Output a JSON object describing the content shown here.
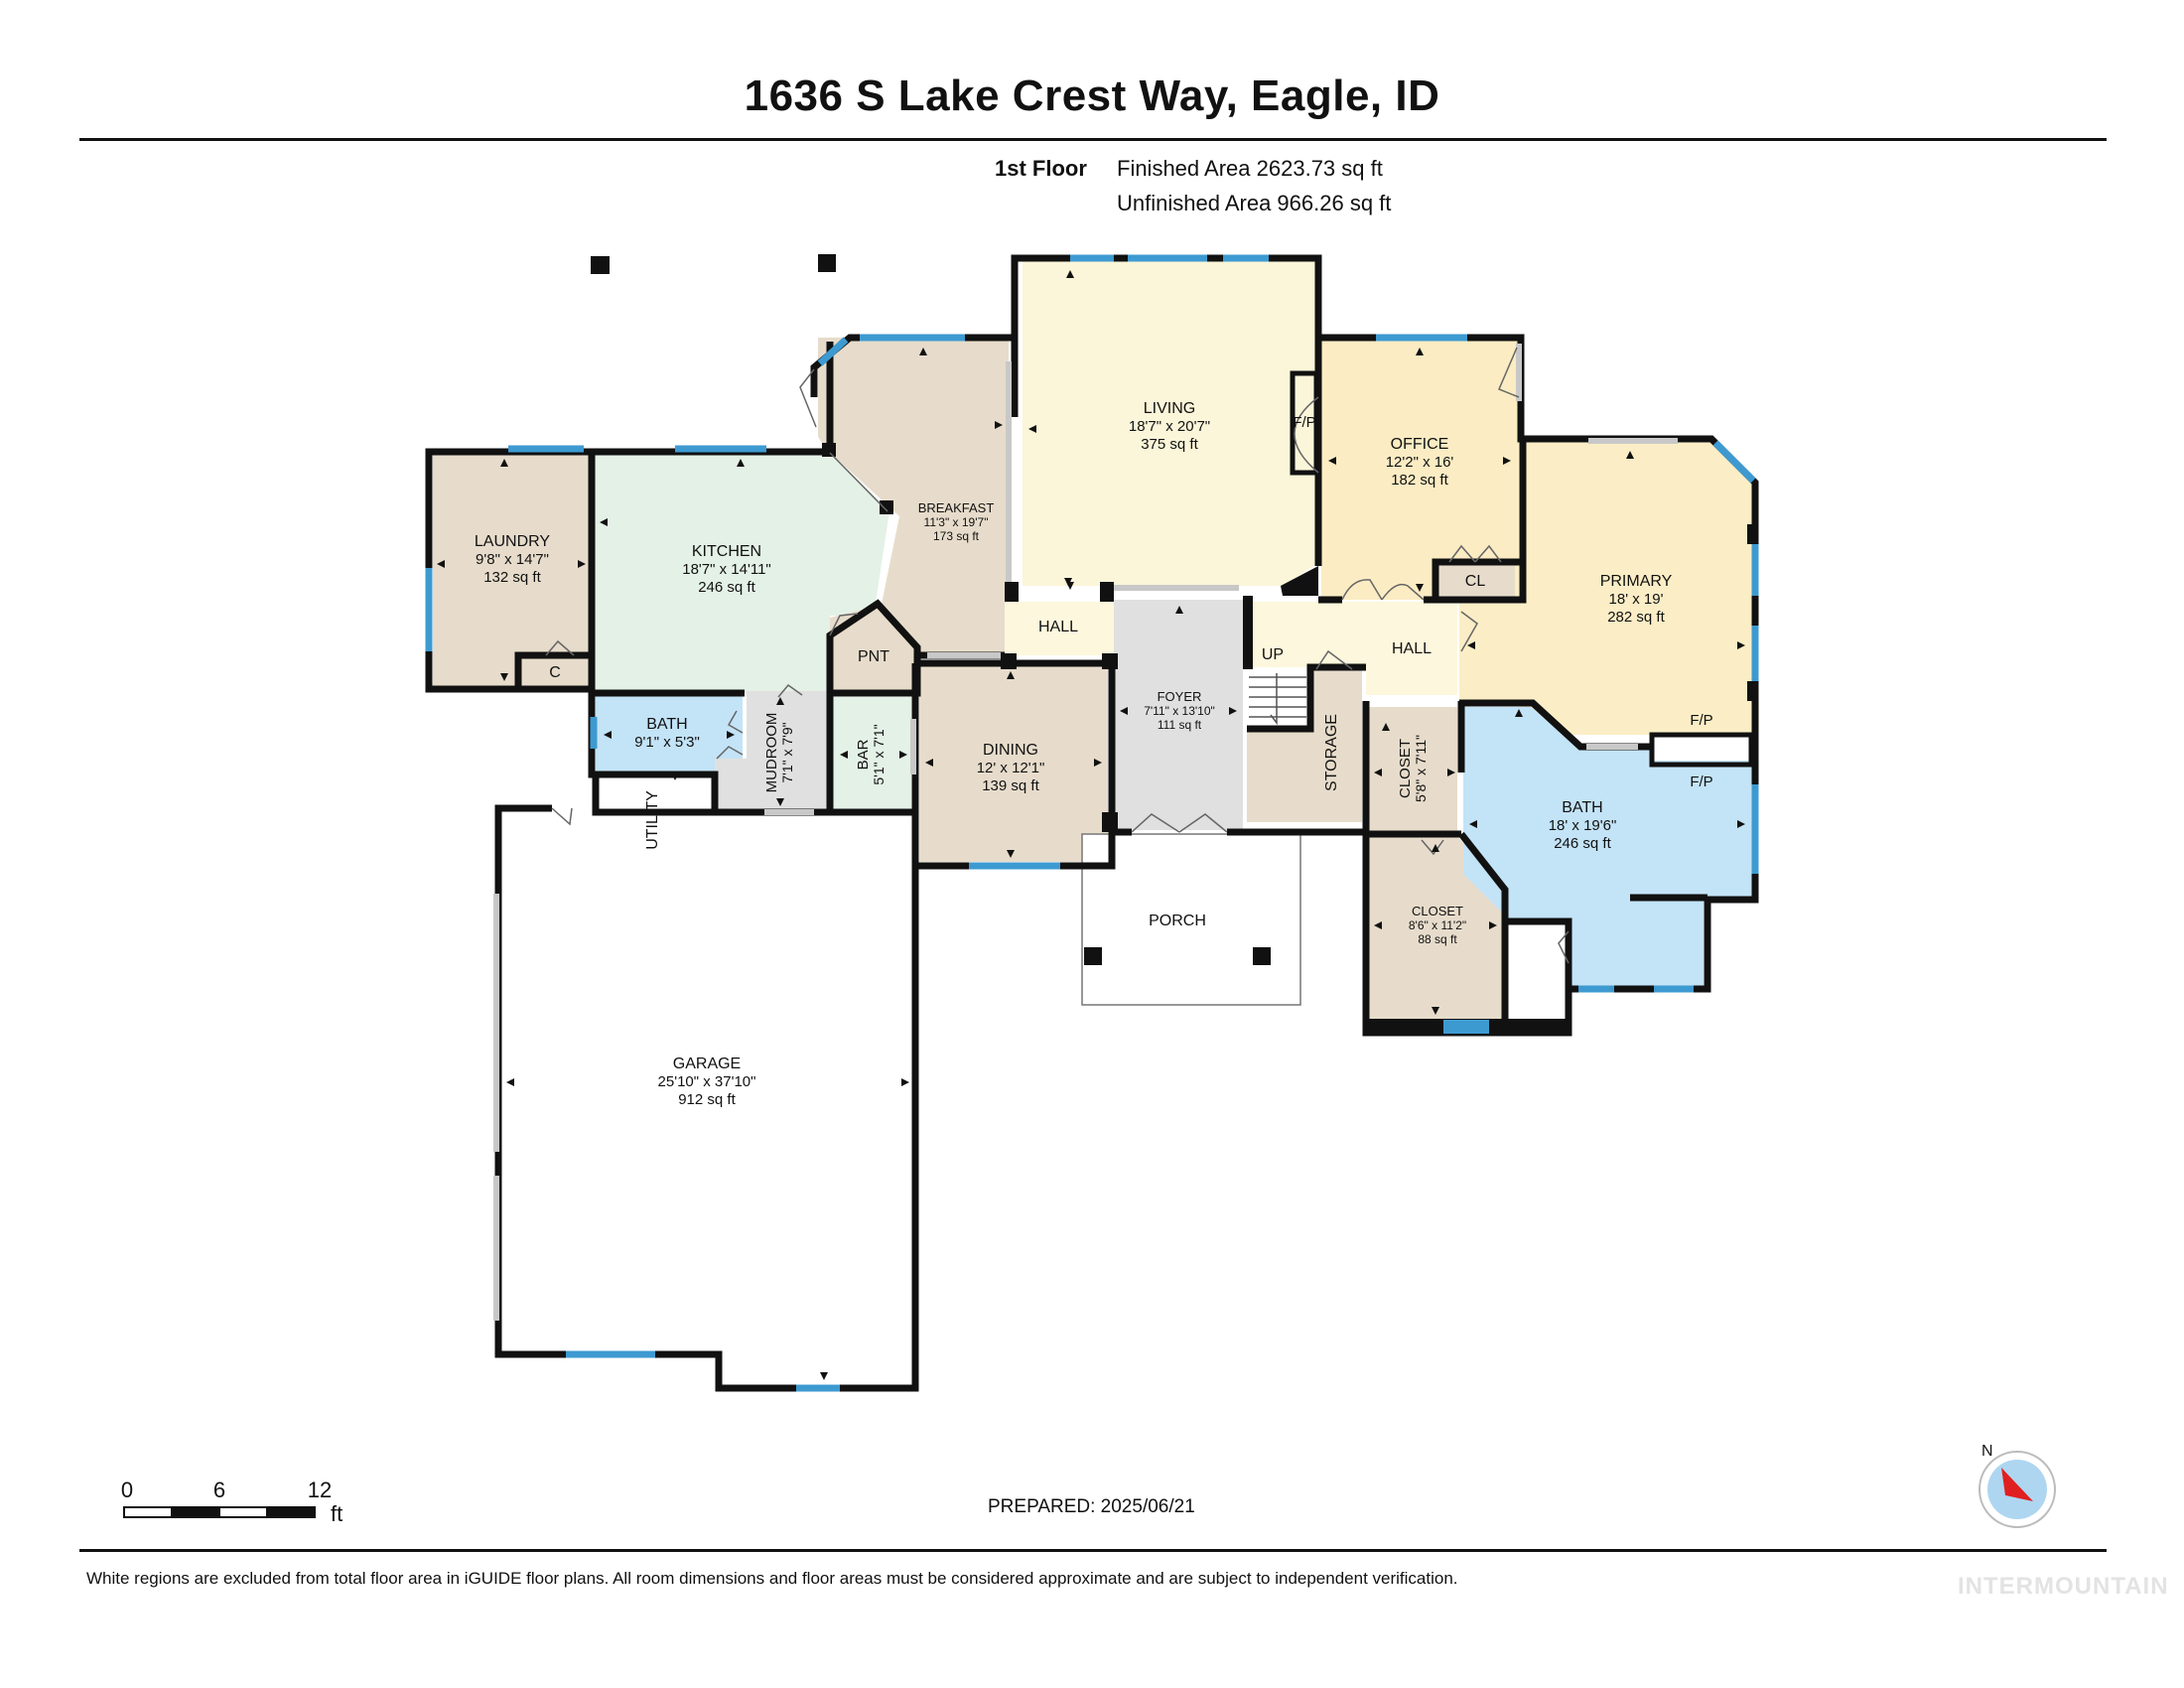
{
  "title": "1636 S Lake Crest Way, Eagle, ID",
  "floor": {
    "label": "1st Floor",
    "finished": "Finished Area 2623.73 sq ft",
    "unfinished": "Unfinished Area 966.26 sq ft"
  },
  "rooms": {
    "living": {
      "name": "LIVING",
      "dims": "18'7\" x 20'7\"",
      "area": "375 sq ft"
    },
    "office": {
      "name": "OFFICE",
      "dims": "12'2\" x 16'",
      "area": "182 sq ft"
    },
    "primary": {
      "name": "PRIMARY",
      "dims": "18' x 19'",
      "area": "282 sq ft"
    },
    "breakfast": {
      "name": "BREAKFAST",
      "dims": "11'3\" x 19'7\"",
      "area": "173 sq ft"
    },
    "kitchen": {
      "name": "KITCHEN",
      "dims": "18'7\" x 14'11\"",
      "area": "246 sq ft"
    },
    "laundry": {
      "name": "LAUNDRY",
      "dims": "9'8\" x 14'7\"",
      "area": "132 sq ft"
    },
    "bath_small": {
      "name": "BATH",
      "dims": "9'1\" x 5'3\""
    },
    "mudroom": {
      "name": "MUDROOM",
      "dims": "7'1\" x 7'9\""
    },
    "bar": {
      "name": "BAR",
      "dims": "5'1\" x 7'1\""
    },
    "dining": {
      "name": "DINING",
      "dims": "12' x 12'1\"",
      "area": "139 sq ft"
    },
    "foyer": {
      "name": "FOYER",
      "dims": "7'11\" x 13'10\"",
      "area": "111 sq ft"
    },
    "closet_a": {
      "name": "CLOSET",
      "dims": "5'8\" x 7'11\""
    },
    "closet_b": {
      "name": "CLOSET",
      "dims": "8'6\" x 11'2\"",
      "area": "88 sq ft"
    },
    "bath_primary": {
      "name": "BATH",
      "dims": "18' x 19'6\"",
      "area": "246 sq ft"
    },
    "garage": {
      "name": "GARAGE",
      "dims": "25'10\" x 37'10\"",
      "area": "912 sq ft"
    }
  },
  "labels": {
    "hall_left": "HALL",
    "hall_right": "HALL",
    "up": "UP",
    "storage": "STORAGE",
    "pnt": "PNT",
    "cl": "CL",
    "c": "C",
    "utility": "UTILITY",
    "porch": "PORCH",
    "fp_living": "F/P",
    "fp_primary": "F/P",
    "fp_bath": "F/P"
  },
  "scale": {
    "tick0": "0",
    "tick1": "6",
    "tick2": "12",
    "unit": "ft"
  },
  "compass": {
    "north": "N"
  },
  "prepared": "PREPARED: 2025/06/21",
  "footer": "White regions are excluded from total floor area in iGUIDE floor plans. All room dimensions and floor areas must be considered approximate and are subject to independent verification.",
  "watermark": "INTERMOUNTAIN",
  "colors": {
    "wall": "#111111",
    "window": "#3d9ad1",
    "living": "#fbf5d9",
    "office": "#fbecc3",
    "primary": "#fbeec6",
    "beige": "#e7dccb",
    "kitchen": "#e4f1e6",
    "bath": "#c3e3f7",
    "gray": "#e0e0e0",
    "hall": "#fdf7dd"
  }
}
